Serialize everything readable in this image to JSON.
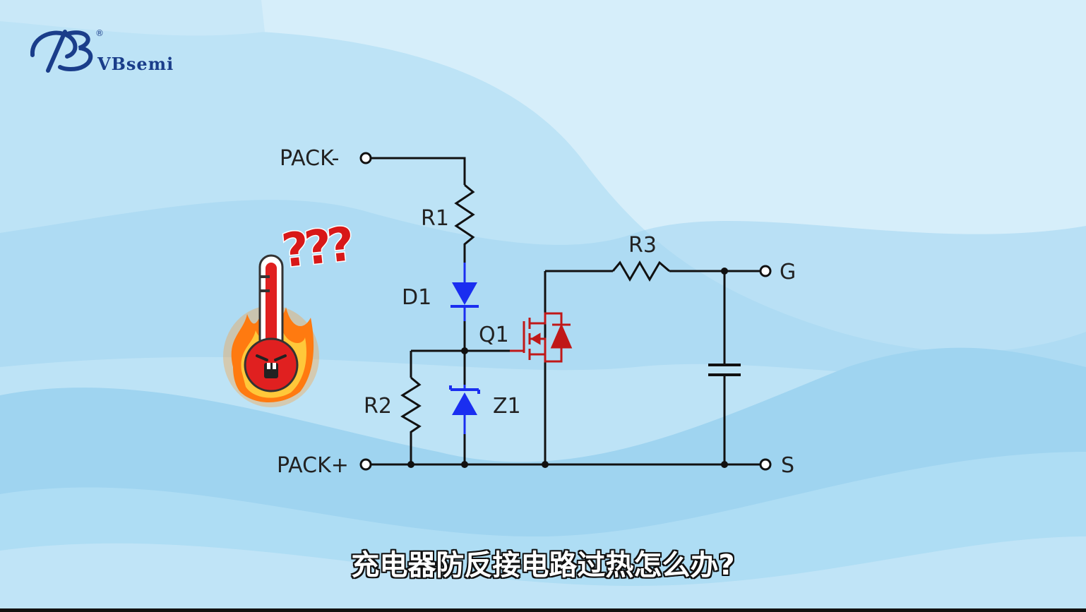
{
  "brand": {
    "name": "VBsemi",
    "registered_mark": "®",
    "logo_monogram": "VB"
  },
  "labels": {
    "pack_minus": "PACK-",
    "pack_plus": "PACK+",
    "r1": "R1",
    "r2": "R2",
    "r3": "R3",
    "d1": "D1",
    "z1": "Z1",
    "q1": "Q1",
    "g": "G",
    "s": "S"
  },
  "question_marks": "???",
  "subtitle": "充电器防反接电路过热怎么办?",
  "colors": {
    "wire": "#111111",
    "diode_blue": "#1a2ef0",
    "mosfet_red": "#c01818",
    "thermo_red": "#e02020",
    "bg_light": "#d3ecf9",
    "bg_mid": "#a9daf3",
    "logo_blue": "#1a3d8a"
  },
  "icons": [
    "thermometer-icon",
    "flame-icon",
    "question-mark-icon"
  ]
}
